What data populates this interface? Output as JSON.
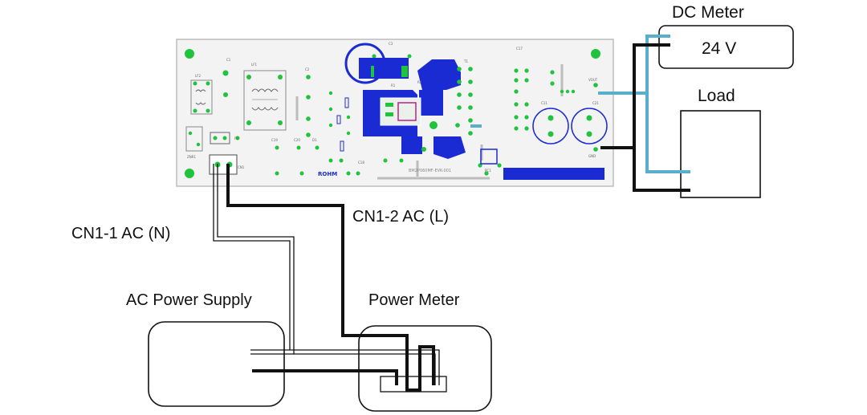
{
  "labels": {
    "dc_meter": "DC Meter",
    "dc_meter_reading": "24 V",
    "load": "Load",
    "cn1_2": "CN1-2 AC (L)",
    "cn1_1": "CN1-1 AC (N)",
    "ac_power_supply": "AC Power Supply",
    "power_meter": "Power Meter"
  },
  "pcb": {
    "brand": "ROHM",
    "model": "BM2P060MF-EVK-001",
    "vout": "VOUT",
    "gnd": "GND",
    "refs": [
      "C1",
      "LF1",
      "LF2",
      "C2",
      "C3",
      "D1",
      "C19",
      "C20",
      "C18",
      "ZNR1",
      "CN1",
      "F1",
      "T1",
      "C17",
      "C21",
      "C11",
      "R1",
      "R2",
      "PC1"
    ]
  },
  "colors": {
    "power_blue": "#1b2bd4",
    "output_teal": "#58aecb",
    "pad_green": "#1fc33c",
    "wire": "#111111"
  }
}
